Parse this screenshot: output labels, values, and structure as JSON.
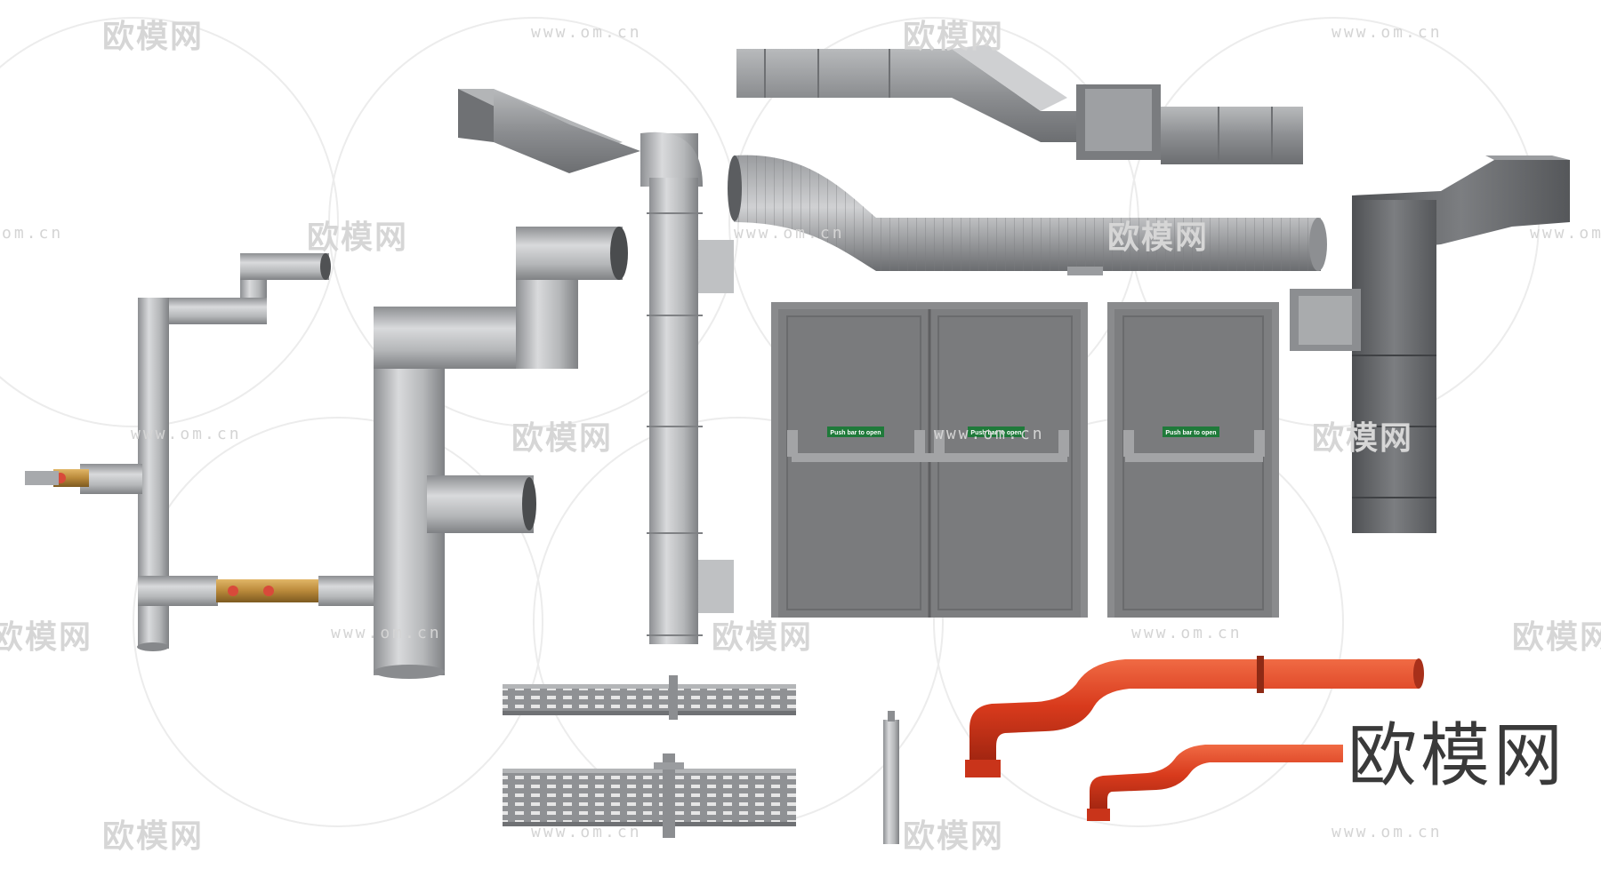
{
  "watermark": {
    "brand": "欧模网",
    "url": "www.om.cn",
    "url_partial": "om.cn"
  },
  "brand_dark": "欧模网",
  "doors": {
    "sign_label": "Push bar to open"
  },
  "colors": {
    "galvanized": "#a9abad",
    "duct_dark": "#6e7073",
    "door_gray": "#7d7e80",
    "pipe_red": "#d83a1c",
    "sign_green": "#1f7a3a",
    "brass": "#b9893a"
  }
}
